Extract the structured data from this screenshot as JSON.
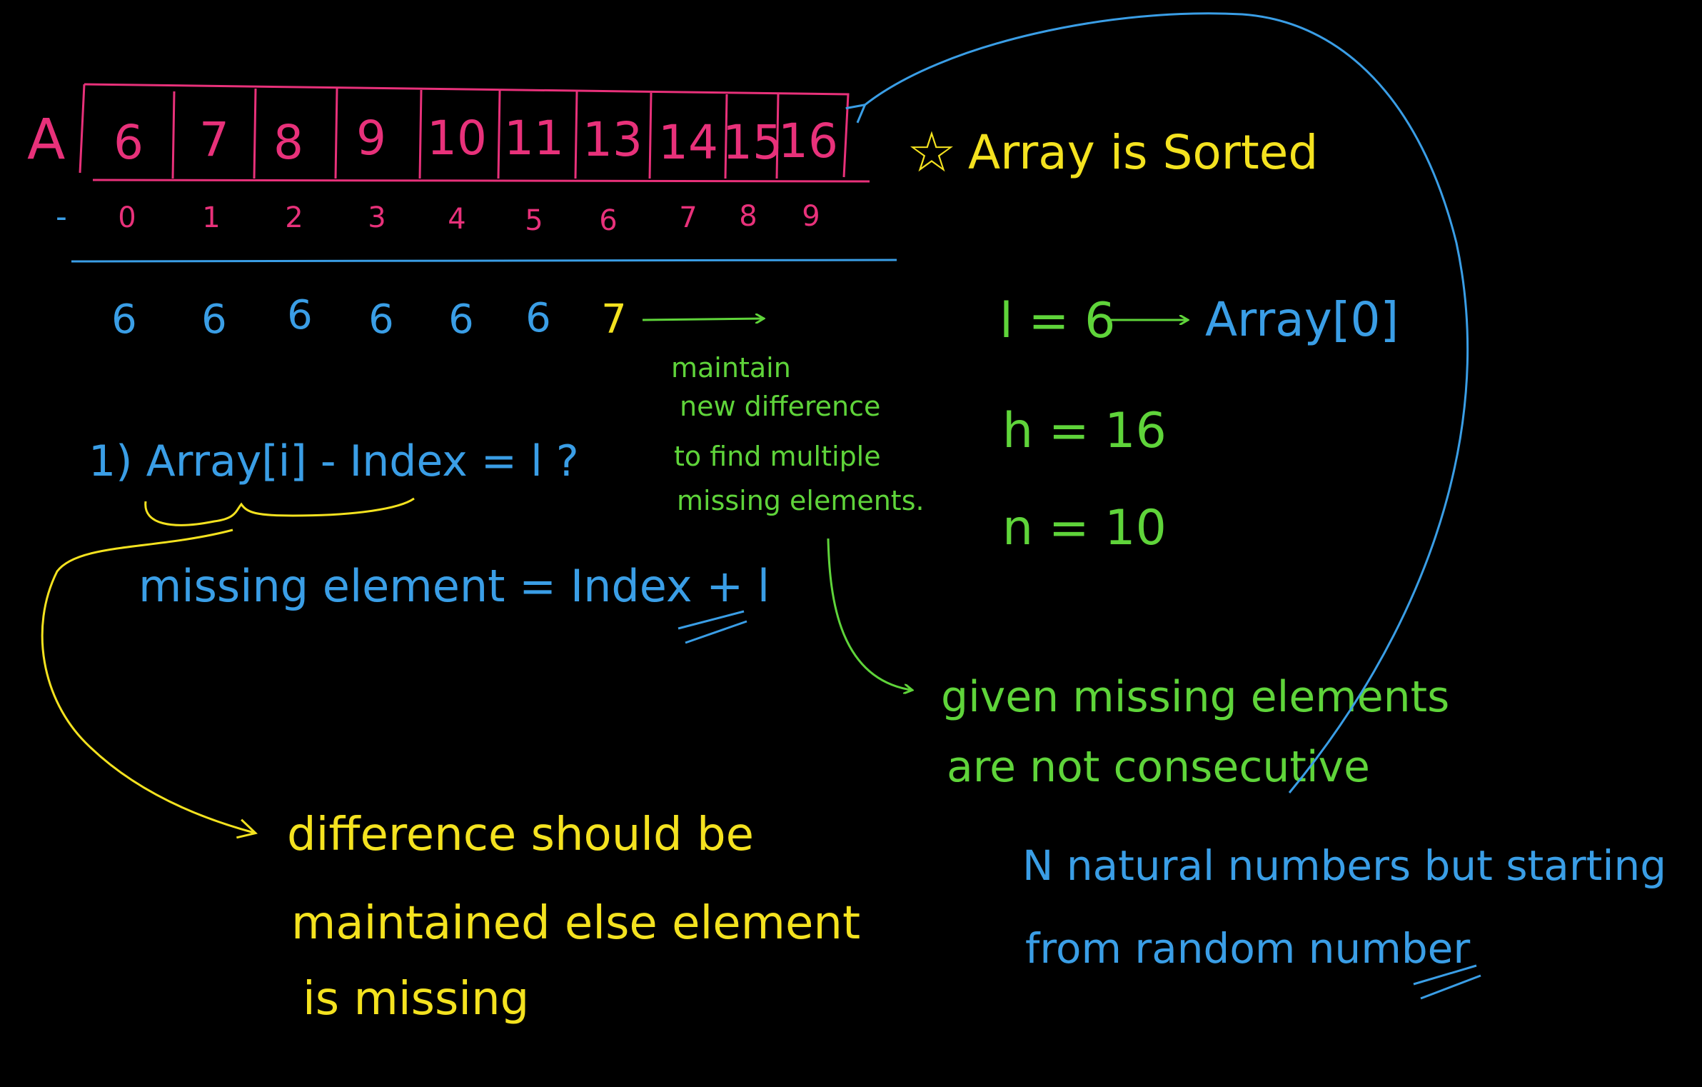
{
  "colors": {
    "pink": "#e8317a",
    "blue": "#3a9ee6",
    "green": "#5fd43a",
    "yellow": "#f4e21f",
    "background": "#000000"
  },
  "array": {
    "name": "A",
    "values": [
      "6",
      "7",
      "8",
      "9",
      "10",
      "11",
      "13",
      "14",
      "15",
      "16"
    ],
    "index_prefix": "-",
    "indices": [
      "0",
      "1",
      "2",
      "3",
      "4",
      "5",
      "6",
      "7",
      "8",
      "9"
    ],
    "differences": [
      "6",
      "6",
      "6",
      "6",
      "6",
      "6",
      "7"
    ]
  },
  "notes": {
    "sorted": "Array is Sorted",
    "l_def": "l = 6",
    "l_ref": "Array[0]",
    "h_def": "h = 16",
    "n_def": "n = 10",
    "step1": "1) Array[i] - Index = l ?",
    "missing_formula": "missing element = Index + l",
    "maintain_lines": [
      "maintain",
      "new difference",
      "to find multiple",
      "missing elements."
    ],
    "given_lines": [
      "given missing elements",
      "are not consecutive"
    ],
    "difference_lines": [
      "difference should be",
      "maintained else element",
      "is missing"
    ],
    "natural_lines": [
      "N natural numbers but starting",
      "from random number"
    ]
  }
}
